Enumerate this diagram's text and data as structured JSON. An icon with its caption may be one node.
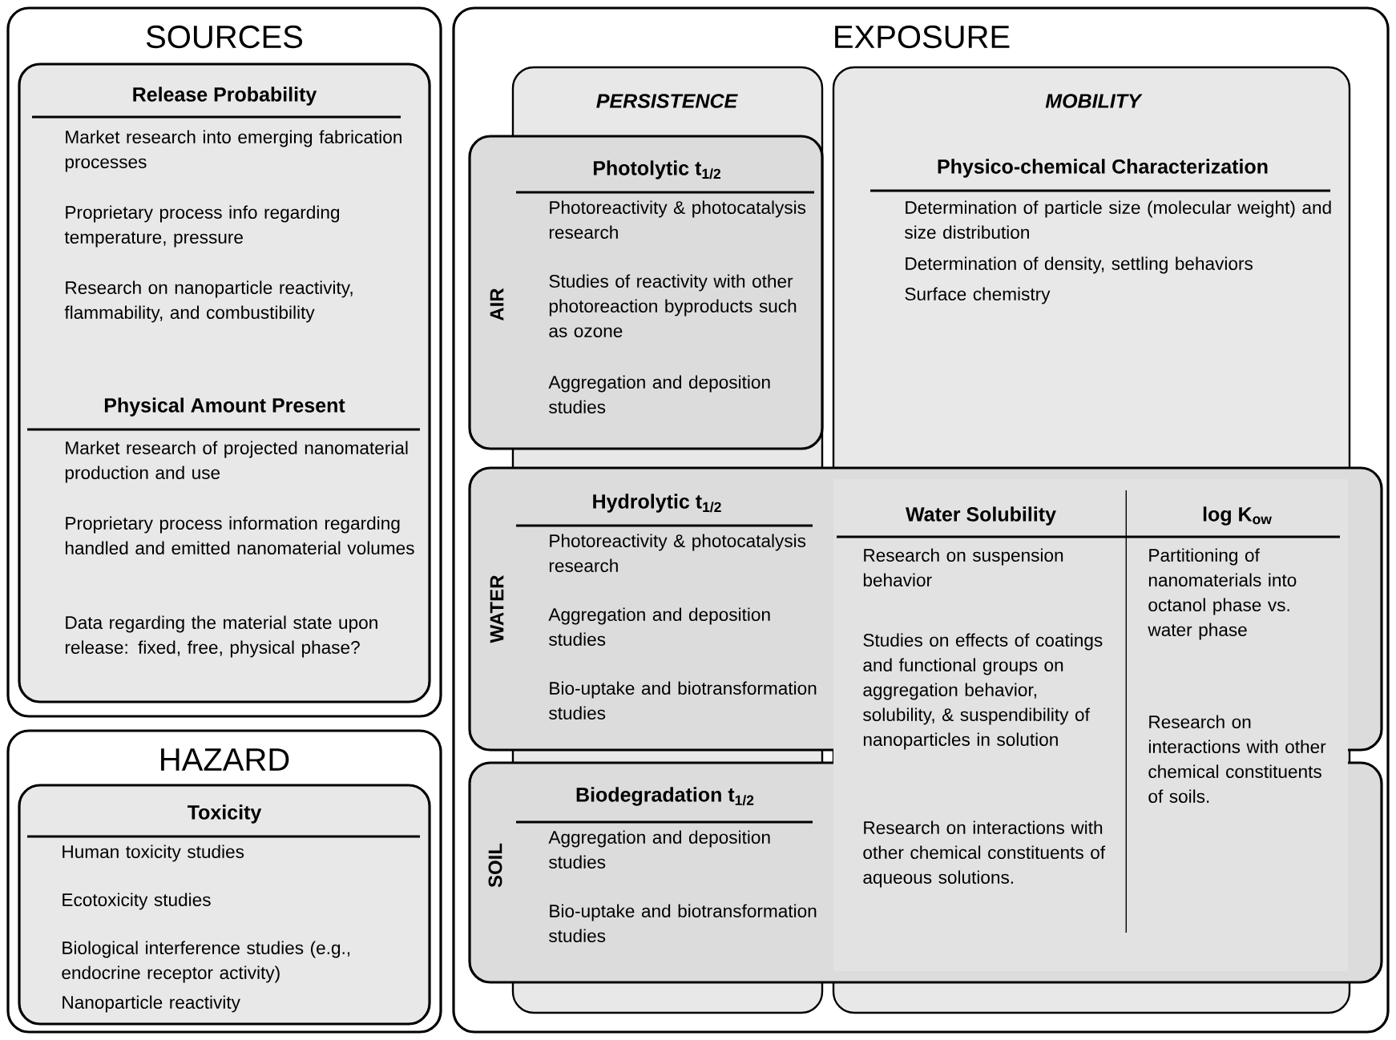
{
  "diagram": {
    "nodes": [
      {
        "text": [
          "SOURCES"
        ]
      },
      {
        "text": [
          "Release Probability",
          "Market research into emerging fabrication processes",
          "Proprietary process info regarding temperature, pressure",
          "Research on nanoparticle reactivity, flammability, and combustibility",
          "Physical Amount Present",
          "Market research of projected nanomaterial production and use",
          "Proprietary process information regarding handled and emitted nanomaterial volumes",
          "Data regarding the material state upon release: fixed, free, physical phase?"
        ],
        "in": 0
      },
      {
        "text": [
          "HAZARD"
        ]
      },
      {
        "text": [
          "Toxicity",
          "Human toxicity studies",
          "Ecotoxicity studies",
          "Biological interference studies (e.g., endocrine receptor activity)",
          "Nanoparticle reactivity"
        ],
        "in": 2
      },
      {
        "text": [
          "EXPOSURE"
        ]
      },
      {
        "text": [
          "PERSISTENCE"
        ],
        "in": 4
      },
      {
        "text": [
          "MOBILITY",
          "Physico-chemical Characterization",
          "Determination of particle size (molecular weight) and size distribution",
          "Determination of density, settling behaviors",
          "Surface chemistry"
        ],
        "in": 4
      },
      {
        "text": [
          "AIR",
          "Photolytic t$_{1/2}$",
          "Photoreactivity & photocatalysis research",
          "Studies of reactivity with other photoreaction byproducts such as ozone",
          "Aggregation and deposition studies"
        ],
        "in": 4
      },
      {
        "text": [
          "WATER",
          "Hydrolytic t$_{1/2}$",
          "Photoreactivity & photocatalysis research",
          "Aggregation and deposition studies",
          "Bio-uptake and biotransformation studies"
        ],
        "in": 4
      },
      {
        "text": [
          "SOIL",
          "Biodegradation t$_{1/2}$",
          "Aggregation and deposition studies",
          "Bio-uptake and biotransformation studies"
        ],
        "in": 4
      },
      {
        "text": [
          "Water Solubility",
          "Research on suspension behavior",
          "Studies on effects of coatings and functional groups on aggregation behavior, solubility, & suspendibility of nanoparticles in solution",
          "Research on interactions with other chemical constituents of aqueous solutions."
        ],
        "in": 6
      },
      {
        "text": [
          "log K$_{ow}$",
          "Partitioning of nanomaterials into octanol phase vs. water phase",
          "Research on interactions with other chemical constituents of soils."
        ],
        "in": 6
      }
    ]
  }
}
